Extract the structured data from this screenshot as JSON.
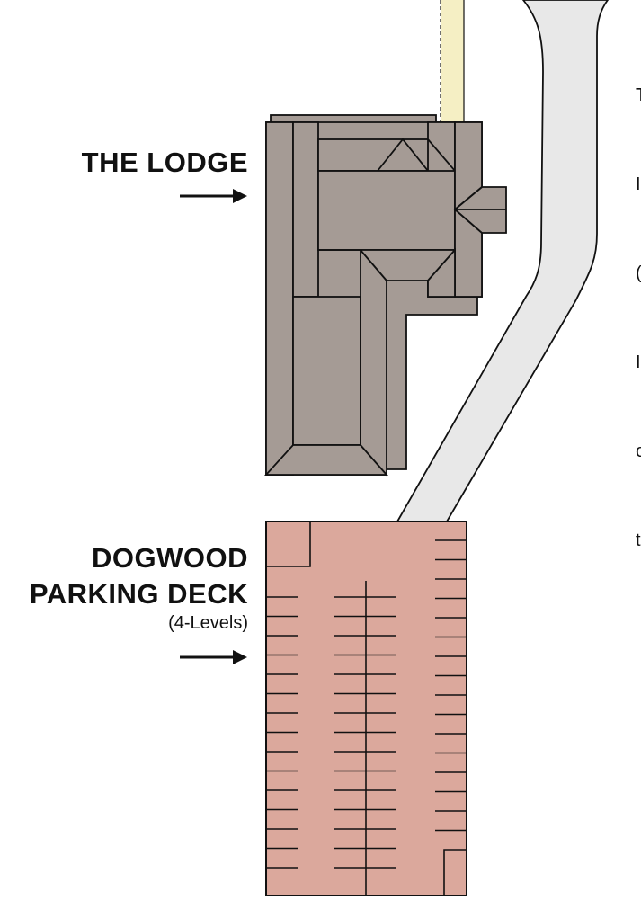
{
  "buildings": {
    "lodge": {
      "name": "THE LODGE",
      "fill": "#a59b95"
    },
    "deck": {
      "name_line1": "DOGWOOD",
      "name_line2": "PARKING DECK",
      "levels": "(4-Levels)",
      "fill": "#dba89c"
    }
  },
  "colors": {
    "road": "#e8e8e8",
    "path": "#f5efc4",
    "outline": "#111111",
    "background": "#ffffff"
  },
  "icons": {
    "lodge_arrow": "arrow-right-icon",
    "deck_arrow": "arrow-right-icon"
  },
  "cut_off_text": [
    "T",
    "I",
    "(",
    "I",
    "c",
    "t"
  ]
}
